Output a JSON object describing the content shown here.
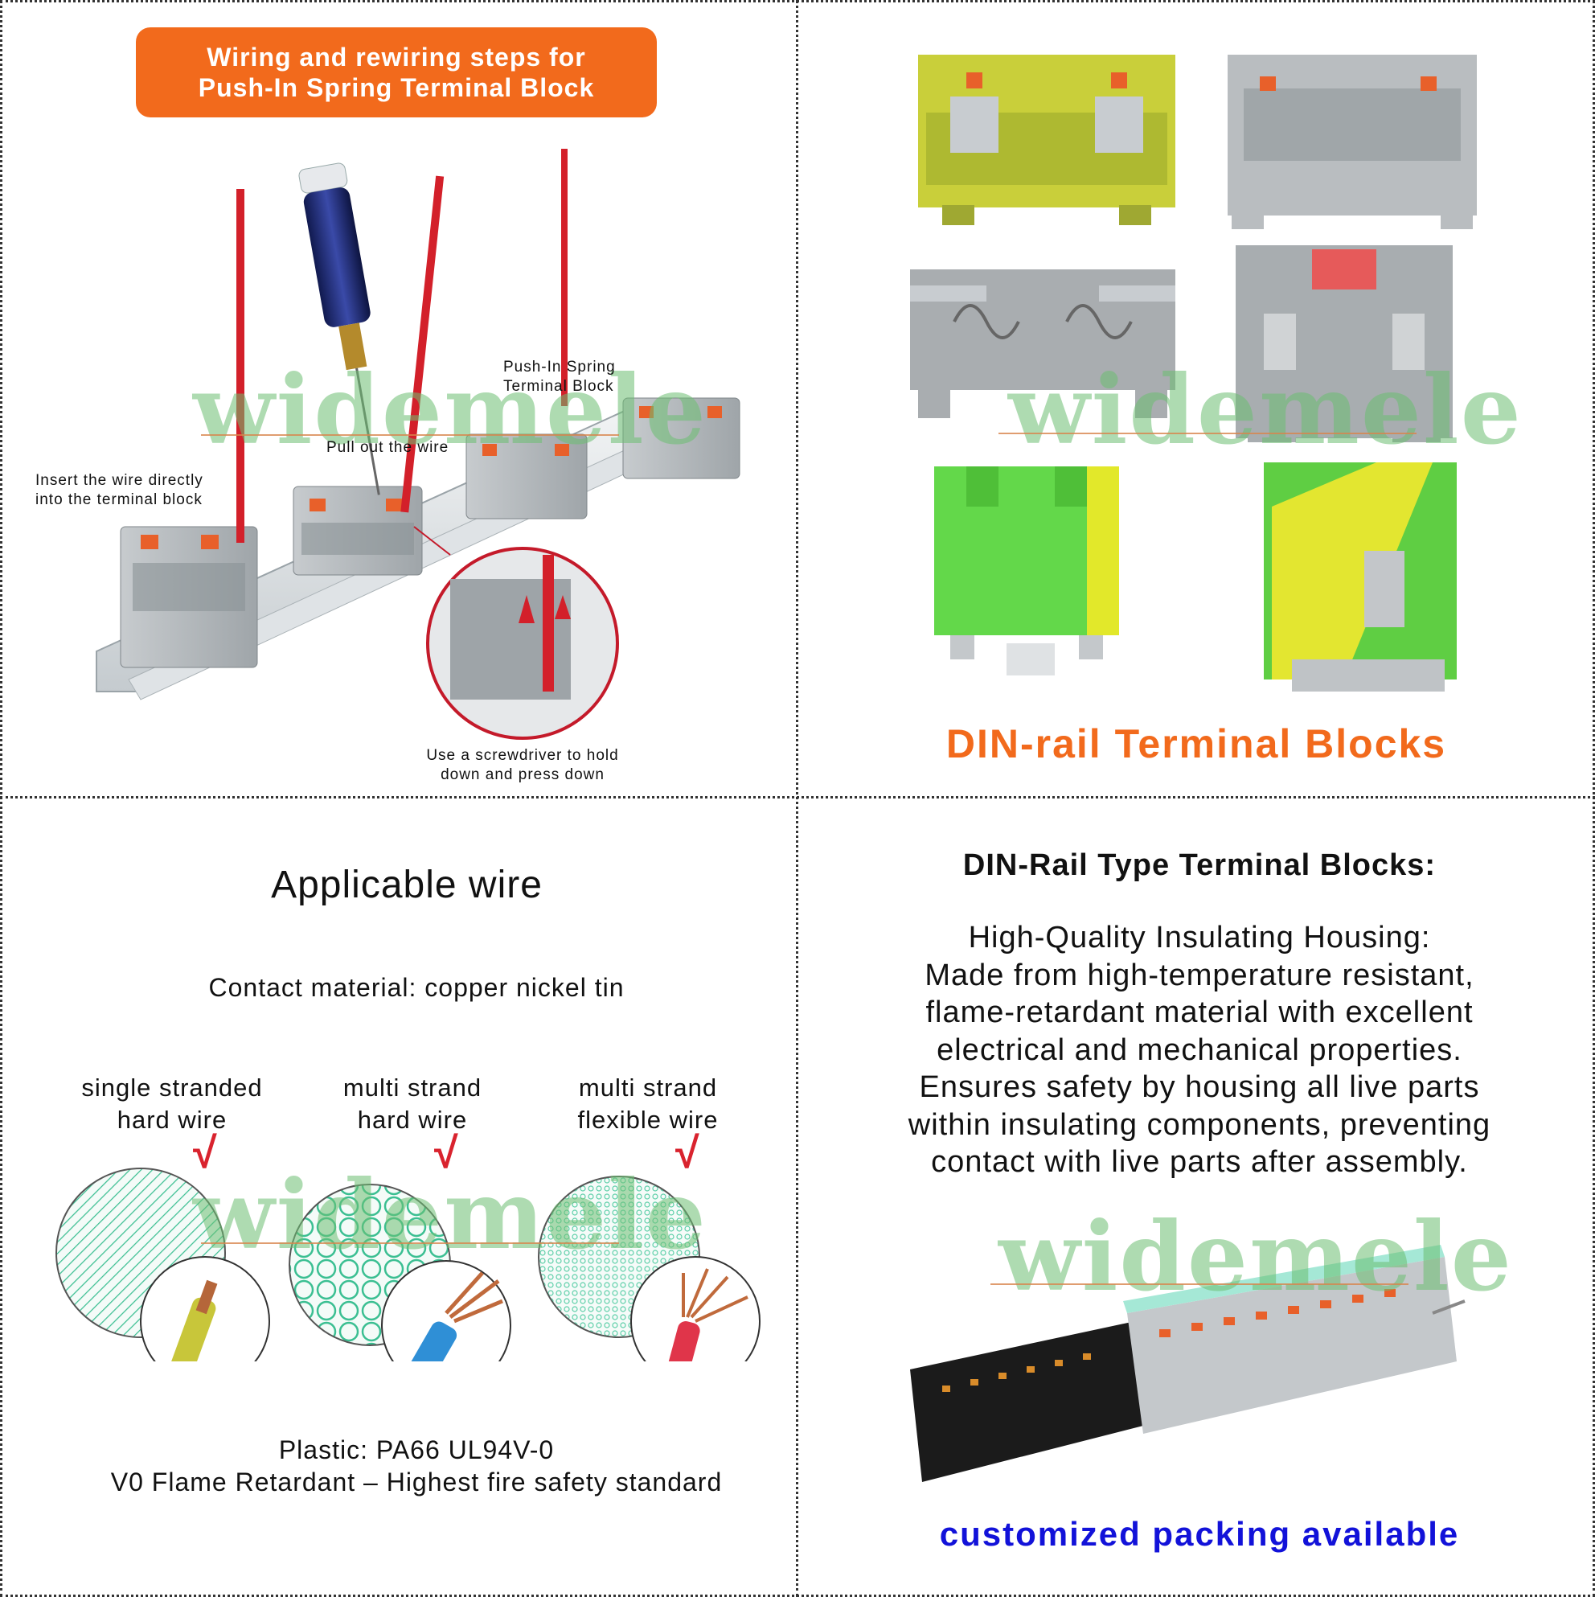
{
  "q1": {
    "banner_line1": "Wiring and rewiring steps for",
    "banner_line2": "Push-In Spring Terminal Block",
    "label_push_in_1": "Push-In Spring",
    "label_push_in_2": "Terminal Block",
    "label_pull_out": "Pull out the wire",
    "label_insert_1": "Insert the wire directly",
    "label_insert_2": "into the terminal block",
    "label_screwdriver_1": "Use a screwdriver to hold",
    "label_screwdriver_2": "down and press down",
    "watermark": "widemele"
  },
  "q2": {
    "title": "DIN-rail Terminal Blocks",
    "watermark": "widemele"
  },
  "q3": {
    "title": "Applicable wire",
    "contact": "Contact material: copper nickel tin",
    "wires": [
      {
        "line1": "single stranded",
        "line2": "hard wire"
      },
      {
        "line1": "multi strand",
        "line2": "hard wire"
      },
      {
        "line1": "multi strand",
        "line2": "flexible wire"
      }
    ],
    "check": "√",
    "plastic": "Plastic: PA66  UL94V-0",
    "flame": "V0 Flame Retardant – Highest fire safety standard",
    "watermark": "widemele"
  },
  "q4": {
    "heading": "DIN-Rail Type Terminal Blocks:",
    "body": [
      "High-Quality Insulating Housing:",
      "Made from high-temperature resistant,",
      "flame-retardant material with excellent",
      "electrical and mechanical properties.",
      "Ensures safety by housing all live parts",
      "within insulating components, preventing",
      "contact with live parts after assembly."
    ],
    "cta": "customized packing available",
    "watermark": "widemele"
  },
  "colors": {
    "accent_orange": "#f26a1c",
    "cta_blue": "#1212d9",
    "check_red": "#d9232e",
    "watermark_green": "#6cbf72",
    "wire_red": "#d3202a",
    "block_gray": "#b8bcbf"
  }
}
